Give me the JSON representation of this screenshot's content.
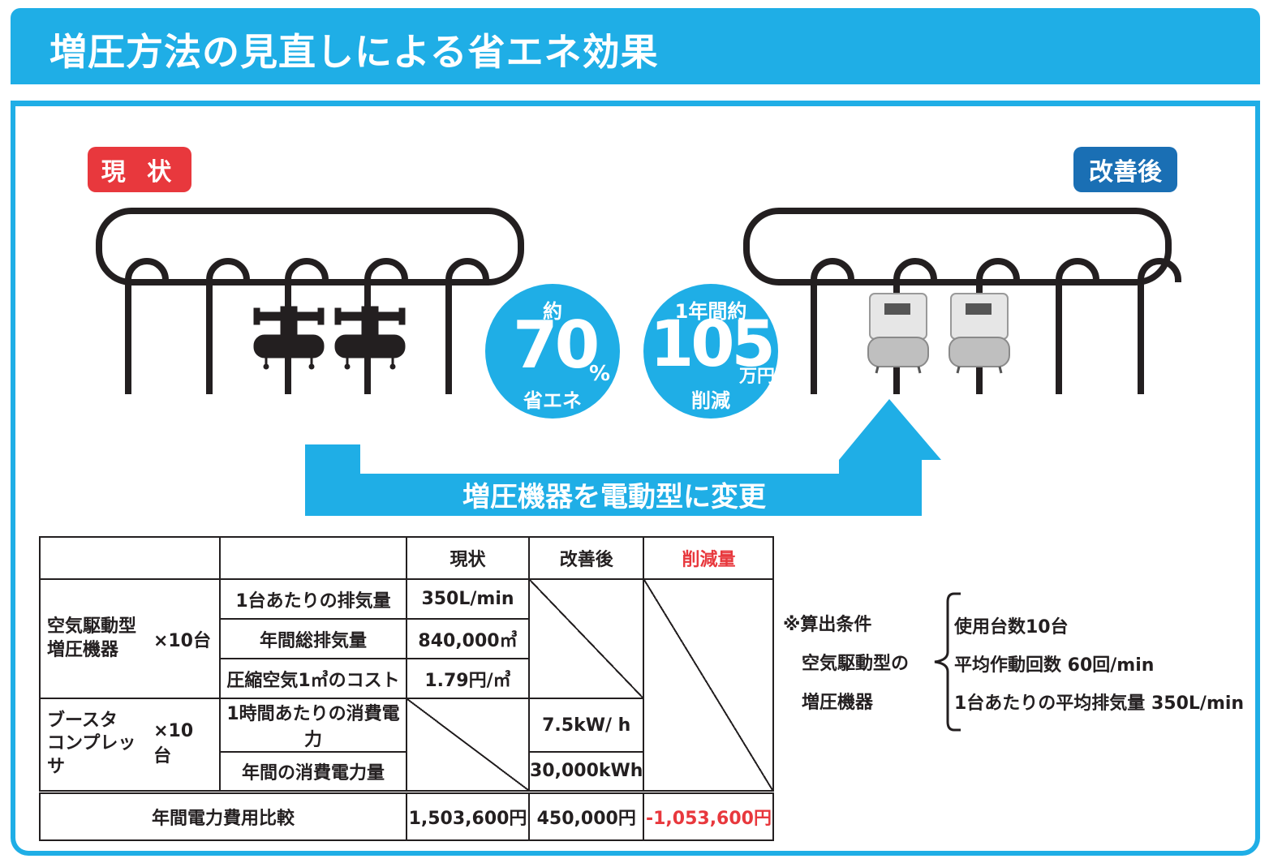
{
  "header": {
    "title": "増圧方法の見直しによる省エネ効果"
  },
  "labels": {
    "current": "現 状",
    "improved": "改善後"
  },
  "circle1": {
    "top": "約",
    "big": "70",
    "unit": "%",
    "bottom": "省エネ"
  },
  "circle2": {
    "top": "1年間約",
    "big": "105",
    "unit": "万円",
    "bottom": "削減"
  },
  "arrow": {
    "label": "増圧機器を電動型に変更"
  },
  "table": {
    "headers": {
      "current": "現状",
      "improved": "改善後",
      "reduction": "削減量"
    },
    "group1": {
      "name": "空気駆動型\n増圧機器",
      "count": "×10台"
    },
    "rows1": [
      {
        "label": "1台あたりの排気量",
        "value": "350L/min"
      },
      {
        "label": "年間総排気量",
        "value": "840,000㎥"
      },
      {
        "label": "圧縮空気1㎥のコスト",
        "value": "1.79円/㎥"
      }
    ],
    "group2": {
      "name": "ブースタ\nコンプレッサ",
      "count": "×10台"
    },
    "rows2": [
      {
        "label": "1時間あたりの消費電力",
        "value": "7.5kW/ h"
      },
      {
        "label": "年間の消費電力量",
        "value": "30,000kWh"
      }
    ],
    "total": {
      "label": "年間電力費用比較",
      "current": "1,503,600円",
      "improved": "450,000円",
      "reduction": "-1,053,600円"
    }
  },
  "notes": {
    "title": "※算出条件",
    "subject1": "空気駆動型の",
    "subject2": "増圧機器",
    "items": [
      "使用台数10台",
      "平均作動回数 60回/min",
      "1台あたりの平均排気量 350L/min"
    ]
  },
  "colors": {
    "accent": "#1faee6",
    "red": "#e8383d",
    "blue": "#1a6fb4"
  }
}
